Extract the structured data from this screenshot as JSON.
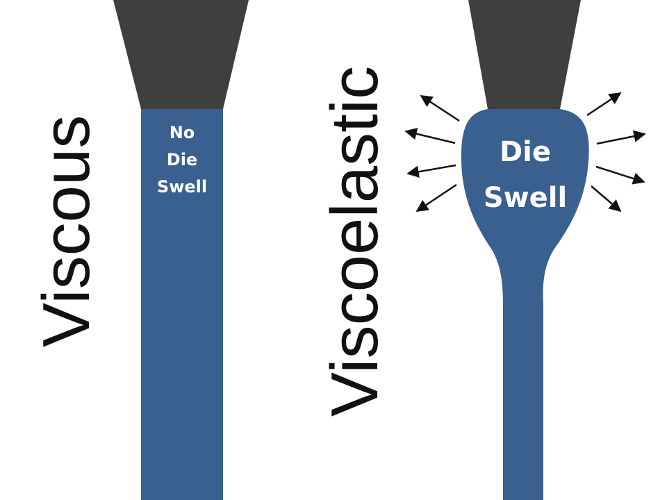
{
  "diagram": {
    "left_label": "Viscous",
    "right_label": "Viscoelastic",
    "left_annotation": [
      "No",
      "Die",
      "Swell"
    ],
    "right_annotation": [
      "Die",
      "Swell"
    ]
  },
  "colors": {
    "background": "#ffffff",
    "die": "#3f3f3f",
    "fluid": "#3a6090",
    "text_dark": "#111111",
    "text_light": "#ffffff",
    "arrow": "#111111"
  },
  "icons": [
    "expansion-arrow-icon"
  ]
}
